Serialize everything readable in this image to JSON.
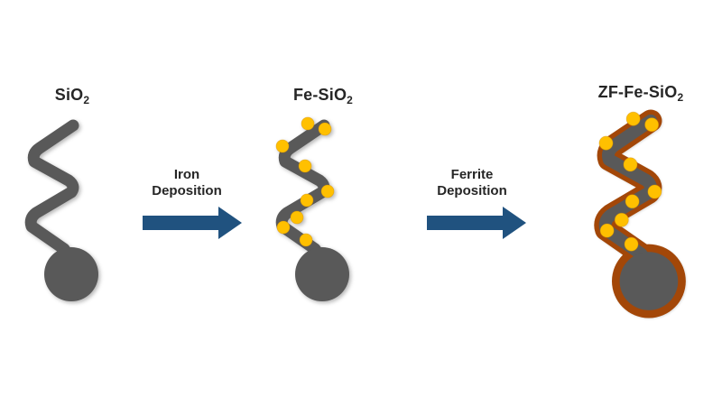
{
  "figure": {
    "description": "Synthesis scheme of zinc-ferrite-coated iron-silica tadpole nanostructures"
  },
  "stages": [
    {
      "name": "SiO",
      "sub": "2",
      "particle": "silica-tadpole"
    },
    {
      "name": "Fe-SiO",
      "sub": "2",
      "particle": "iron-decorated-silica-tadpole"
    },
    {
      "name": "ZF-Fe-SiO",
      "sub": "2",
      "particle": "zinc-ferrite-coated-tadpole"
    }
  ],
  "arrows": [
    {
      "line1": "Iron",
      "line2": "Deposition"
    },
    {
      "line1": "Ferrite",
      "line2": "Deposition"
    }
  ],
  "colors": {
    "silica": "#595959",
    "iron": "#FFC000",
    "ferrite": "#A34708",
    "arrow": "#20527F",
    "text": "#262626",
    "background": "#FFFFFF"
  }
}
